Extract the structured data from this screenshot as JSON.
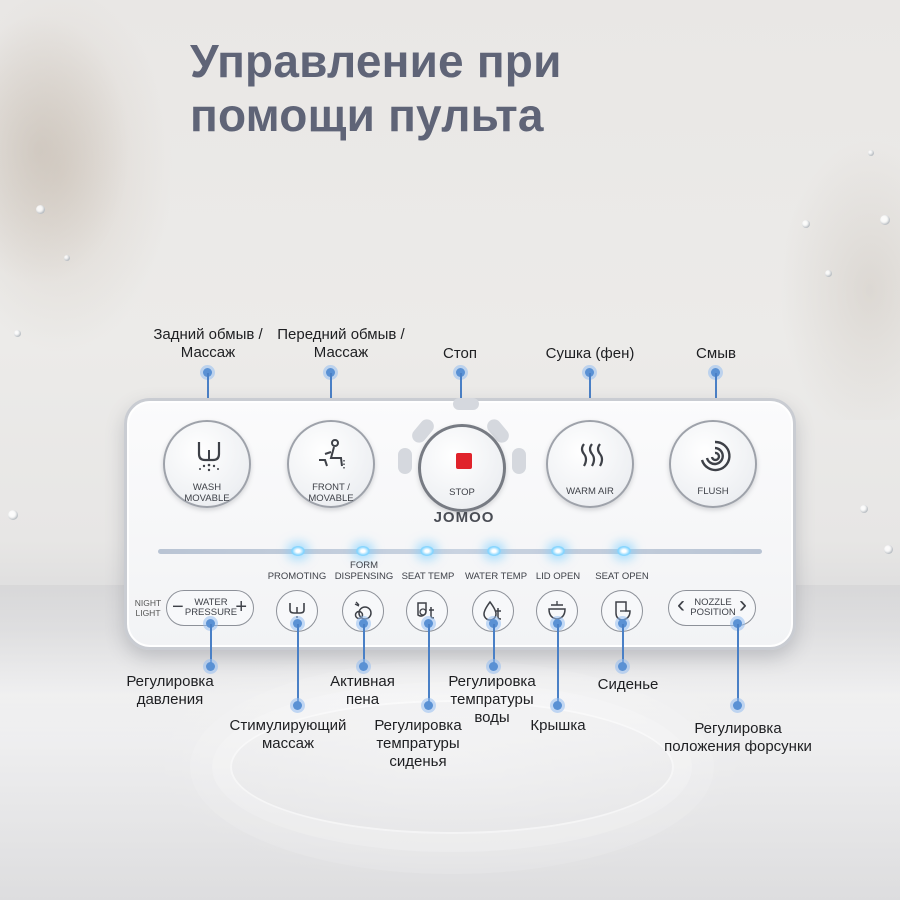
{
  "title": [
    "Управление при",
    "помощи пульта"
  ],
  "brand": "JOMOO",
  "top_labels": {
    "wash": [
      "Задний обмыв /",
      "Массаж"
    ],
    "front": [
      "Передний обмыв /",
      "Массаж"
    ],
    "stop": [
      "Стоп"
    ],
    "warm_air": [
      "Сушка (фен)"
    ],
    "flush": [
      "Смыв"
    ]
  },
  "top_buttons": {
    "wash": [
      "WASH",
      "MOVABLE"
    ],
    "front": [
      "FRONT /",
      "MOVABLE"
    ],
    "stop": "STOP",
    "warm_air": "WARM AIR",
    "flush": "FLUSH"
  },
  "bottom_buttons": {
    "night_light": [
      "NIGHT",
      "LIGHT"
    ],
    "water_pressure": [
      "WATER",
      "PRESSURE"
    ],
    "promoting": "PROMOTING",
    "form_dispensing": [
      "FORM",
      "DISPENSING"
    ],
    "seat_temp": "SEAT TEMP",
    "water_temp": "WATER TEMP",
    "lid_open": "LID OPEN",
    "seat_open": "SEAT OPEN",
    "nozzle_position": [
      "NOZZLE",
      "POSITION"
    ],
    "minus": "−",
    "plus": "+",
    "left": "‹",
    "right": "›"
  },
  "bottom_labels": {
    "pressure": [
      "Регулировка",
      "давления"
    ],
    "massage": [
      "Стимулирующий",
      "массаж"
    ],
    "foam": [
      "Активная",
      "пена"
    ],
    "seat_temp": [
      "Регулировка",
      "темпратуры",
      "сиденья"
    ],
    "water_temp": [
      "Регулировка",
      "темпратуры",
      "воды"
    ],
    "lid": [
      "Крышка"
    ],
    "seat": [
      "Сиденье"
    ],
    "nozzle": [
      "Регулировка",
      "положения форсунки"
    ]
  },
  "colors": {
    "title": "#5f6477",
    "callout": "#4a80c6",
    "stop_red": "#e0232b",
    "led": "#7fd3ff"
  }
}
